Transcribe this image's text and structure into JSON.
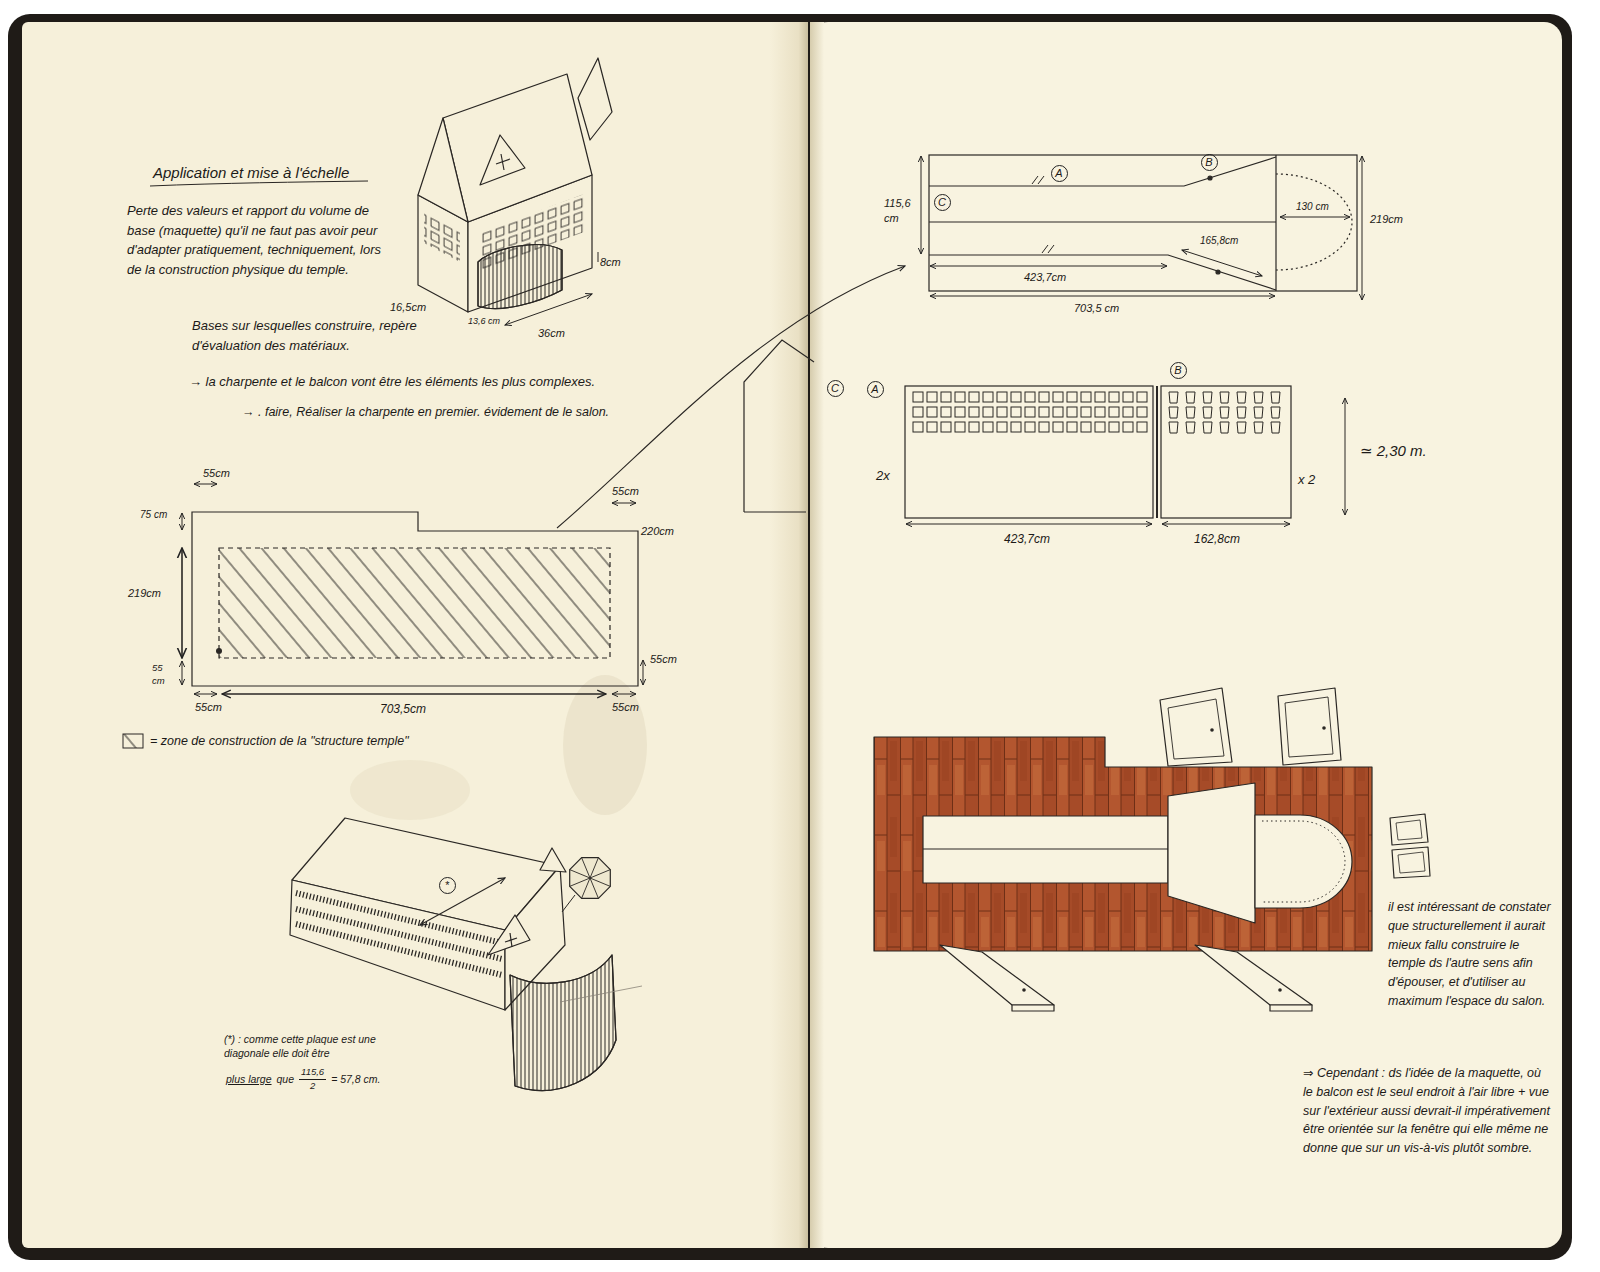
{
  "diagram": {
    "title": "Application et mise à l'échelle",
    "nodes": [
      {
        "text": [
          "*"
        ]
      },
      {
        "text": [
          "C"
        ]
      },
      {
        "text": [
          "A"
        ]
      },
      {
        "text": [
          "B"
        ]
      },
      {
        "text": [
          "C"
        ]
      },
      {
        "text": [
          "A"
        ]
      },
      {
        "text": [
          "B"
        ]
      }
    ],
    "labels": [
      "Perte des valeurs et rapport du volume de base (maquette) qu'il ne faut pas avoir peur d'adapter pratiquement, techniquement, lors de la construction physique du temple.",
      "16,5cm",
      "13,6 cm",
      "8cm",
      "36cm",
      "Bases sur lesquelles construire, repère d'évaluation des matériaux.",
      "→ la charpente et le balcon vont être les éléments les plus complexes.",
      "→ . faire, Réaliser la charpente en premier. évidement de le salon.",
      "55cm",
      "75 cm",
      "55cm",
      "220cm",
      "219cm",
      "55 cm",
      "55cm",
      "55cm",
      "703,5cm",
      "55cm",
      "(*) : comme cette plaque est une diagonale elle doit être",
      "plus large",
      "que",
      "115,6",
      "2",
      "= 57,8 cm.",
      "115,6 cm",
      "219cm",
      "130 cm",
      "165,8cm",
      "423,7cm",
      "703,5 cm",
      "2x",
      "423,7cm",
      "162,8cm",
      "x 2",
      "≃ 2,30 m.",
      "il est intéressant de constater que structurellement il aurait mieux fallu construire le temple ds l'autre sens afin d'épouser, et d'utiliser au maximum l'espace du salon.",
      "⇒ Cependant : ds l'idée de la maquette, où le balcon est le seul endroit à l'air libre + vue sur l'extérieur aussi devrait-il impérativement être orientée sur la fenêtre qui elle même ne donne que sur un vis-à-vis plutôt sombre."
    ],
    "legend": [
      {
        "text": "= zone de construction de la \"structure temple\""
      }
    ]
  }
}
